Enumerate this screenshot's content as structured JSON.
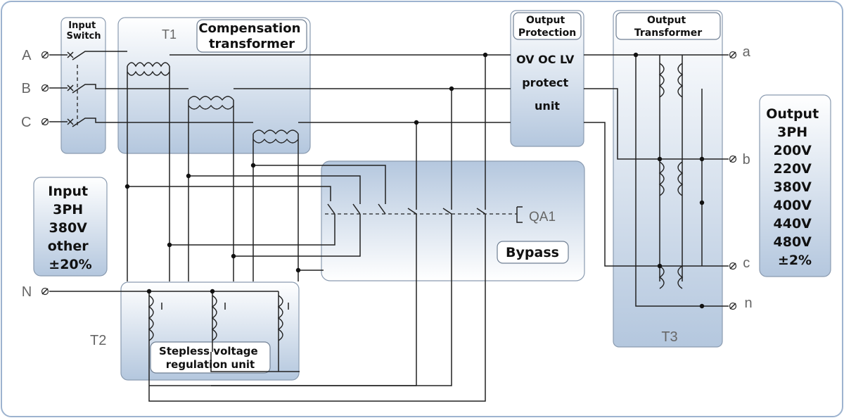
{
  "diagram": {
    "input_switch_label": [
      "Input",
      "Switch"
    ],
    "t1_label": "T1",
    "compensation_label": [
      "Compensation",
      "transformer"
    ],
    "output_protection_label": [
      "Output",
      "Protection"
    ],
    "protect_unit_label": [
      "OV OC LV",
      "protect",
      "unit"
    ],
    "output_transformer_label": [
      "Output",
      "Transformer"
    ],
    "input_spec": [
      "Input",
      "3PH",
      "380V",
      "other",
      "±20%"
    ],
    "output_spec": [
      "Output",
      "3PH",
      "200V",
      "220V",
      "380V",
      "400V",
      "440V",
      "480V",
      "±2%"
    ],
    "qa1_label": "QA1",
    "bypass_label": "Bypass",
    "t2_label": "T2",
    "t3_label": "T3",
    "stepless_label": [
      "Stepless voltage",
      "regulation unit"
    ],
    "input_terminals": [
      "A",
      "B",
      "C",
      "N"
    ],
    "output_terminals": [
      "a",
      "b",
      "c",
      "n"
    ]
  },
  "colors": {
    "box_top": "#ffffff",
    "box_bottom": "#b4c7de",
    "frame": "#9db3cf",
    "wire": "#222222"
  }
}
